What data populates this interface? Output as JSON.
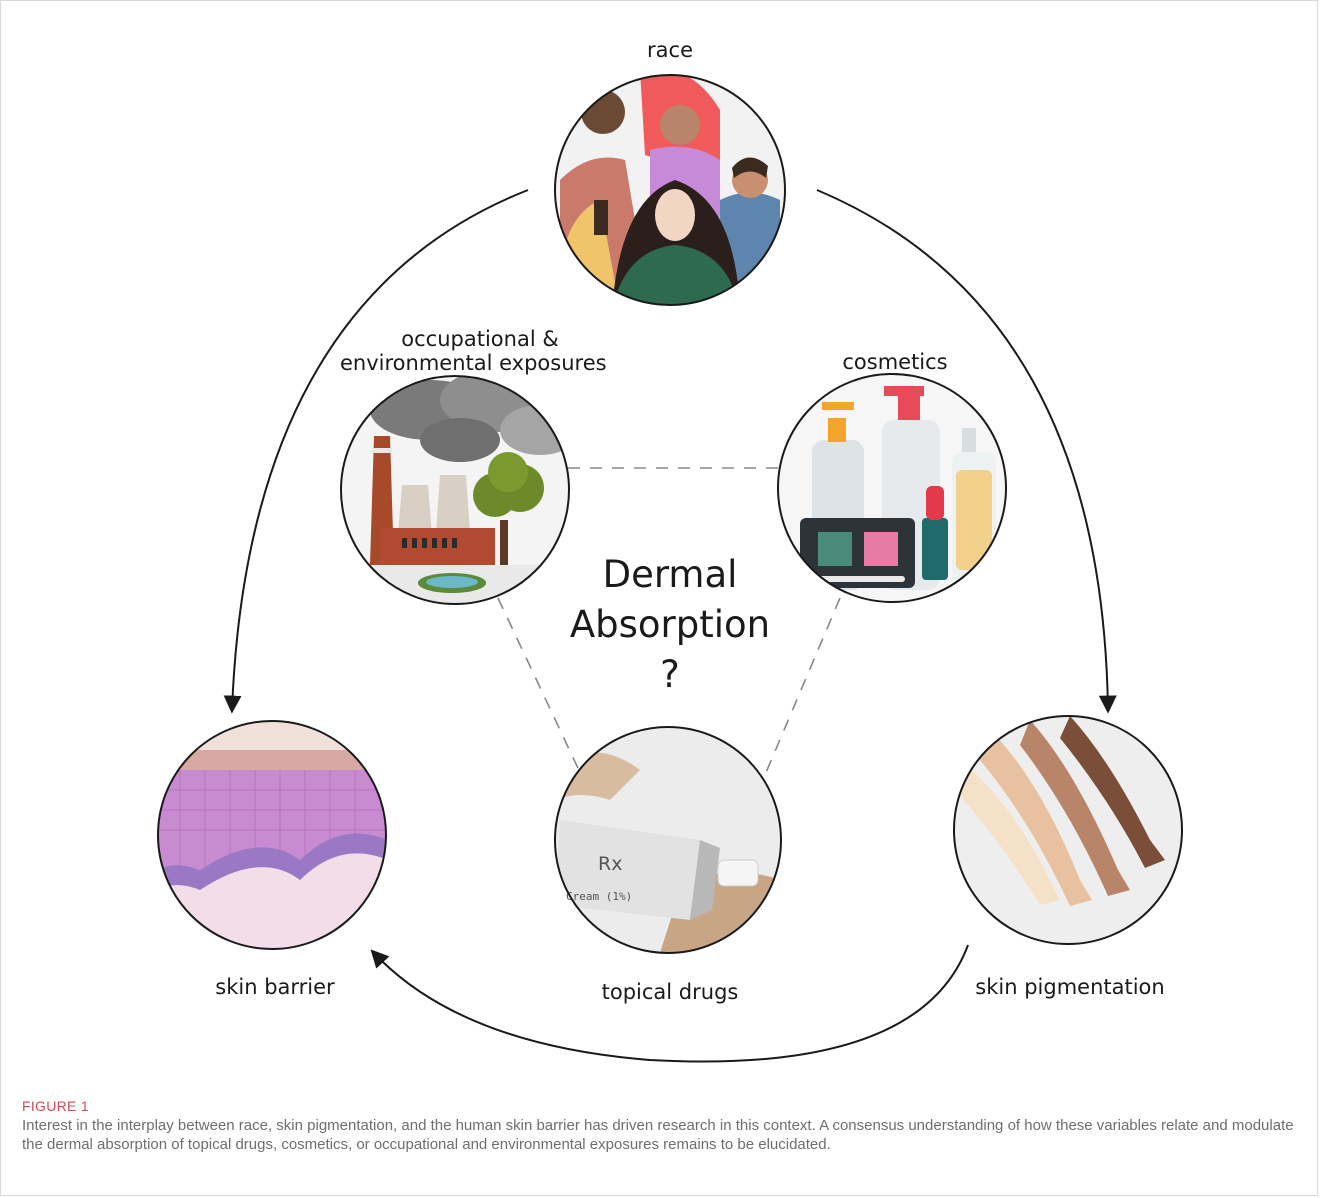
{
  "nodes": {
    "race": "race",
    "occupational_line1": "occupational &",
    "occupational_line2": "environmental exposures",
    "cosmetics": "cosmetics",
    "skin_barrier": "skin barrier",
    "topical_drugs": "topical drugs",
    "skin_pigmentation": "skin pigmentation"
  },
  "center": {
    "line1": "Dermal",
    "line2": "Absorption",
    "line3": "?"
  },
  "drug_tube": {
    "rx": "Rx",
    "cream": "Cream (1%)"
  },
  "caption": {
    "label": "FIGURE 1",
    "text": "Interest in the interplay between race, skin pigmentation, and the human skin barrier has driven research in this context. A consensus understanding of how these variables relate and modulate the dermal absorption of topical drugs, cosmetics, or occupational and environmental exposures remains to be elucidated."
  },
  "colors": {
    "arrow": "#1a1a1a",
    "dashed": "#888888",
    "caption_label": "#d44a5a",
    "caption_text": "#6e6e6e"
  }
}
